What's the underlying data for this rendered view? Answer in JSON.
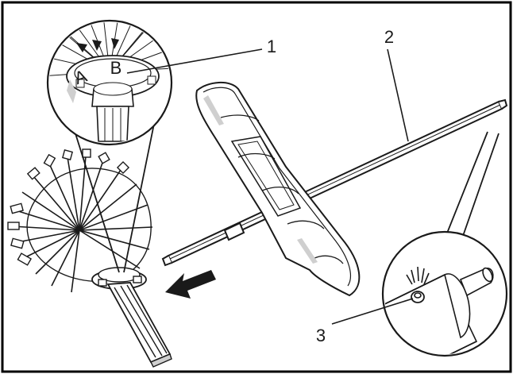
{
  "callouts": {
    "c1": "1",
    "c2": "2",
    "c3": "3"
  },
  "detail_marks": {
    "brush_face_letter_b": "B",
    "brush_face_letter_a": "A"
  },
  "colors": {
    "line": "#1a1a1a",
    "frame": "#000000",
    "shade": "#cfcfcf",
    "background": "#ffffff"
  },
  "icons": [
    "arrow-left-icon",
    "magnifier-circle-icon"
  ]
}
